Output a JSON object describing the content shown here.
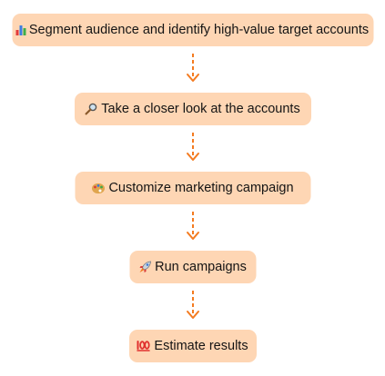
{
  "steps": [
    {
      "label": "Segment audience and identify high-value target accounts",
      "icon": "bar-chart-icon"
    },
    {
      "label": "Take a closer look at the accounts",
      "icon": "magnifying-glass-icon"
    },
    {
      "label": "Customize marketing campaign",
      "icon": "artist-palette-icon"
    },
    {
      "label": "Run campaigns",
      "icon": "rocket-icon"
    },
    {
      "label": "Estimate results",
      "icon": "hundred-points-icon"
    }
  ],
  "colors": {
    "box_fill": "#fed6b4",
    "arrow": "#f47b20",
    "text": "#141414"
  }
}
